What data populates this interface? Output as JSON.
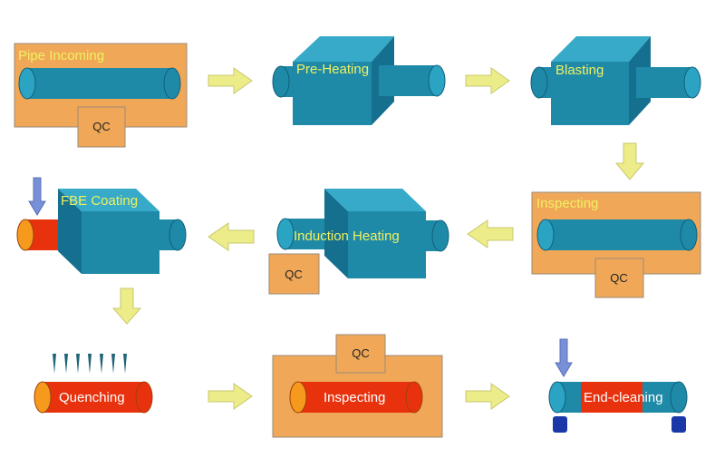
{
  "steps": {
    "pipe_incoming": "Pipe Incoming",
    "pre_heating": "Pre-Heating",
    "blasting": "Blasting",
    "fbe_coating": "FBE Coating",
    "induction_heating": "Induction Heating",
    "inspecting_1": "Inspecting",
    "quenching": "Quenching",
    "inspecting_2": "Inspecting",
    "end_cleaning": "End-cleaning"
  },
  "qc_label": "QC",
  "colors": {
    "panel": "#f0a858",
    "panel_border": "#9a8a78",
    "pipe": "#1e8aa8",
    "pipe_end": "#2ba3c2",
    "pipe_dark": "#12607c",
    "box_front": "#1e8aa8",
    "box_top": "#36aac8",
    "box_side": "#14708e",
    "hot_pipe": "#e8320e",
    "hot_pipe_end": "#f59a1c",
    "arrow_fill": "#ecec88",
    "arrow_stroke": "#c8c870",
    "label_yellow": "#f0f060",
    "label_white": "#ffffff",
    "label_dark": "#222222",
    "down_arrow": "#7890d8",
    "roller": "#1a38a8",
    "spike": "#1e6478"
  }
}
